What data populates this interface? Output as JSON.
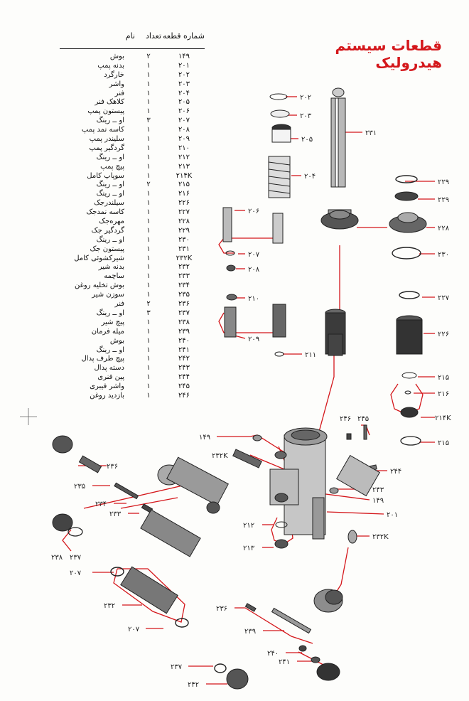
{
  "title": "قطعات سیستم هیدرولیک",
  "table": {
    "headers": {
      "name": "نام",
      "qty": "تعداد",
      "part_no": "شماره قطعه"
    },
    "rows": [
      {
        "name": "بوش",
        "qty": "۲",
        "no": "۱۴۹"
      },
      {
        "name": "بدنه پمپ",
        "qty": "۱",
        "no": "۲۰۱"
      },
      {
        "name": "خارگرد",
        "qty": "۱",
        "no": "۲۰۲"
      },
      {
        "name": "واشر",
        "qty": "۱",
        "no": "۲۰۳"
      },
      {
        "name": "فنر",
        "qty": "۱",
        "no": "۲۰۴"
      },
      {
        "name": "کلاهک فنر",
        "qty": "۱",
        "no": "۲۰۵"
      },
      {
        "name": "پیستون پمپ",
        "qty": "۱",
        "no": "۲۰۶"
      },
      {
        "name": "او ــ رینگ",
        "qty": "۳",
        "no": "۲۰۷"
      },
      {
        "name": "کاسه نمد پمپ",
        "qty": "۱",
        "no": "۲۰۸"
      },
      {
        "name": "سلیندر پمپ",
        "qty": "۱",
        "no": "۲۰۹"
      },
      {
        "name": "گردگیر پمپ",
        "qty": "۱",
        "no": "۲۱۰"
      },
      {
        "name": "او ــ رینگ",
        "qty": "۱",
        "no": "۲۱۲"
      },
      {
        "name": "پیچ پمپ",
        "qty": "۱",
        "no": "۲۱۳"
      },
      {
        "name": "سوپاپ کامل",
        "qty": "۱",
        "no": "۲۱۴K"
      },
      {
        "name": "او ــ رینگ",
        "qty": "۲",
        "no": "۲۱۵"
      },
      {
        "name": "او ــ رینگ",
        "qty": "۱",
        "no": "۲۱۶"
      },
      {
        "name": "سیلندرجک",
        "qty": "۱",
        "no": "۲۲۶"
      },
      {
        "name": "کاسه نمدجک",
        "qty": "۱",
        "no": "۲۲۷"
      },
      {
        "name": "مهره‌جک",
        "qty": "۱",
        "no": "۲۲۸"
      },
      {
        "name": "گردگیر جک",
        "qty": "۱",
        "no": "۲۲۹"
      },
      {
        "name": "او ــ رینگ",
        "qty": "۱",
        "no": "۲۳۰"
      },
      {
        "name": "پیستون جک",
        "qty": "۱",
        "no": "۲۳۱"
      },
      {
        "name": "شیرکشوئی کامل",
        "qty": "۱",
        "no": "۲۳۲K"
      },
      {
        "name": "بدنه شیر",
        "qty": "۱",
        "no": "۲۳۲"
      },
      {
        "name": "ساچمه",
        "qty": "۱",
        "no": "۲۳۳"
      },
      {
        "name": "بوش تخلیه روغن",
        "qty": "۱",
        "no": "۲۳۴"
      },
      {
        "name": "سوزن شیر",
        "qty": "۱",
        "no": "۲۳۵"
      },
      {
        "name": "فنر",
        "qty": "۲",
        "no": "۲۳۶"
      },
      {
        "name": "او ــ رینگ",
        "qty": "۳",
        "no": "۲۳۷"
      },
      {
        "name": "پیچ شیر",
        "qty": "۱",
        "no": "۲۳۸"
      },
      {
        "name": "میله فرمان",
        "qty": "۱",
        "no": "۲۳۹"
      },
      {
        "name": "بوش",
        "qty": "۱",
        "no": "۲۴۰"
      },
      {
        "name": "او ــ رینگ",
        "qty": "۱",
        "no": "۲۴۱"
      },
      {
        "name": "پیچ طرف پدال",
        "qty": "۱",
        "no": "۲۴۲"
      },
      {
        "name": "دسته پدال",
        "qty": "۱",
        "no": "۲۴۳"
      },
      {
        "name": "پین فنری",
        "qty": "۱",
        "no": "۲۴۴"
      },
      {
        "name": "واشر فیبری",
        "qty": "۱",
        "no": "۲۴۵"
      },
      {
        "name": "بازدید روغن",
        "qty": "۱",
        "no": "۲۴۶"
      }
    ]
  },
  "callouts": {
    "c202": "۲۰۲",
    "c203": "۲۰۳",
    "c205": "۲۰۵",
    "c204": "۲۰۴",
    "c231": "۲۳۱",
    "c206": "۲۰۶",
    "c207a": "۲۰۷",
    "c208": "۲۰۸",
    "c210": "۲۱۰",
    "c209": "۲۰۹",
    "c211": "۲۱۱",
    "c229a": "۲۲۹",
    "c229b": "۲۲۹",
    "c228": "۲۲۸",
    "c230": "۲۳۰",
    "c227": "۲۲۷",
    "c226": "۲۲۶",
    "c215a": "۲۱۵",
    "c216": "۲۱۶",
    "c214k": "۲۱۴K",
    "c215b": "۲۱۵",
    "c246": "۲۴۶",
    "c245": "۲۴۵",
    "c149a": "۱۴۹",
    "c232ka": "۲۳۲K",
    "c244": "۲۴۴",
    "c243": "۲۴۳",
    "c149b": "۱۴۹",
    "c201": "۲۰۱",
    "c212": "۲۱۲",
    "c213": "۲۱۳",
    "c232kb": "۲۳۲K",
    "c236a": "۲۳۶",
    "c235": "۲۳۵",
    "c234": "۲۳۴",
    "c233": "۲۳۳",
    "c238": "۲۳۸",
    "c237a": "۲۳۷",
    "c207b": "۲۰۷",
    "c232": "۲۳۲",
    "c207c": "۲۰۷",
    "c236b": "۲۳۶",
    "c239": "۲۳۹",
    "c240": "۲۴۰",
    "c241": "۲۴۱",
    "c237b": "۲۳۷",
    "c242": "۲۴۲"
  },
  "colors": {
    "title": "#d4171b",
    "leader": "#d4171b",
    "ink": "#111111"
  }
}
